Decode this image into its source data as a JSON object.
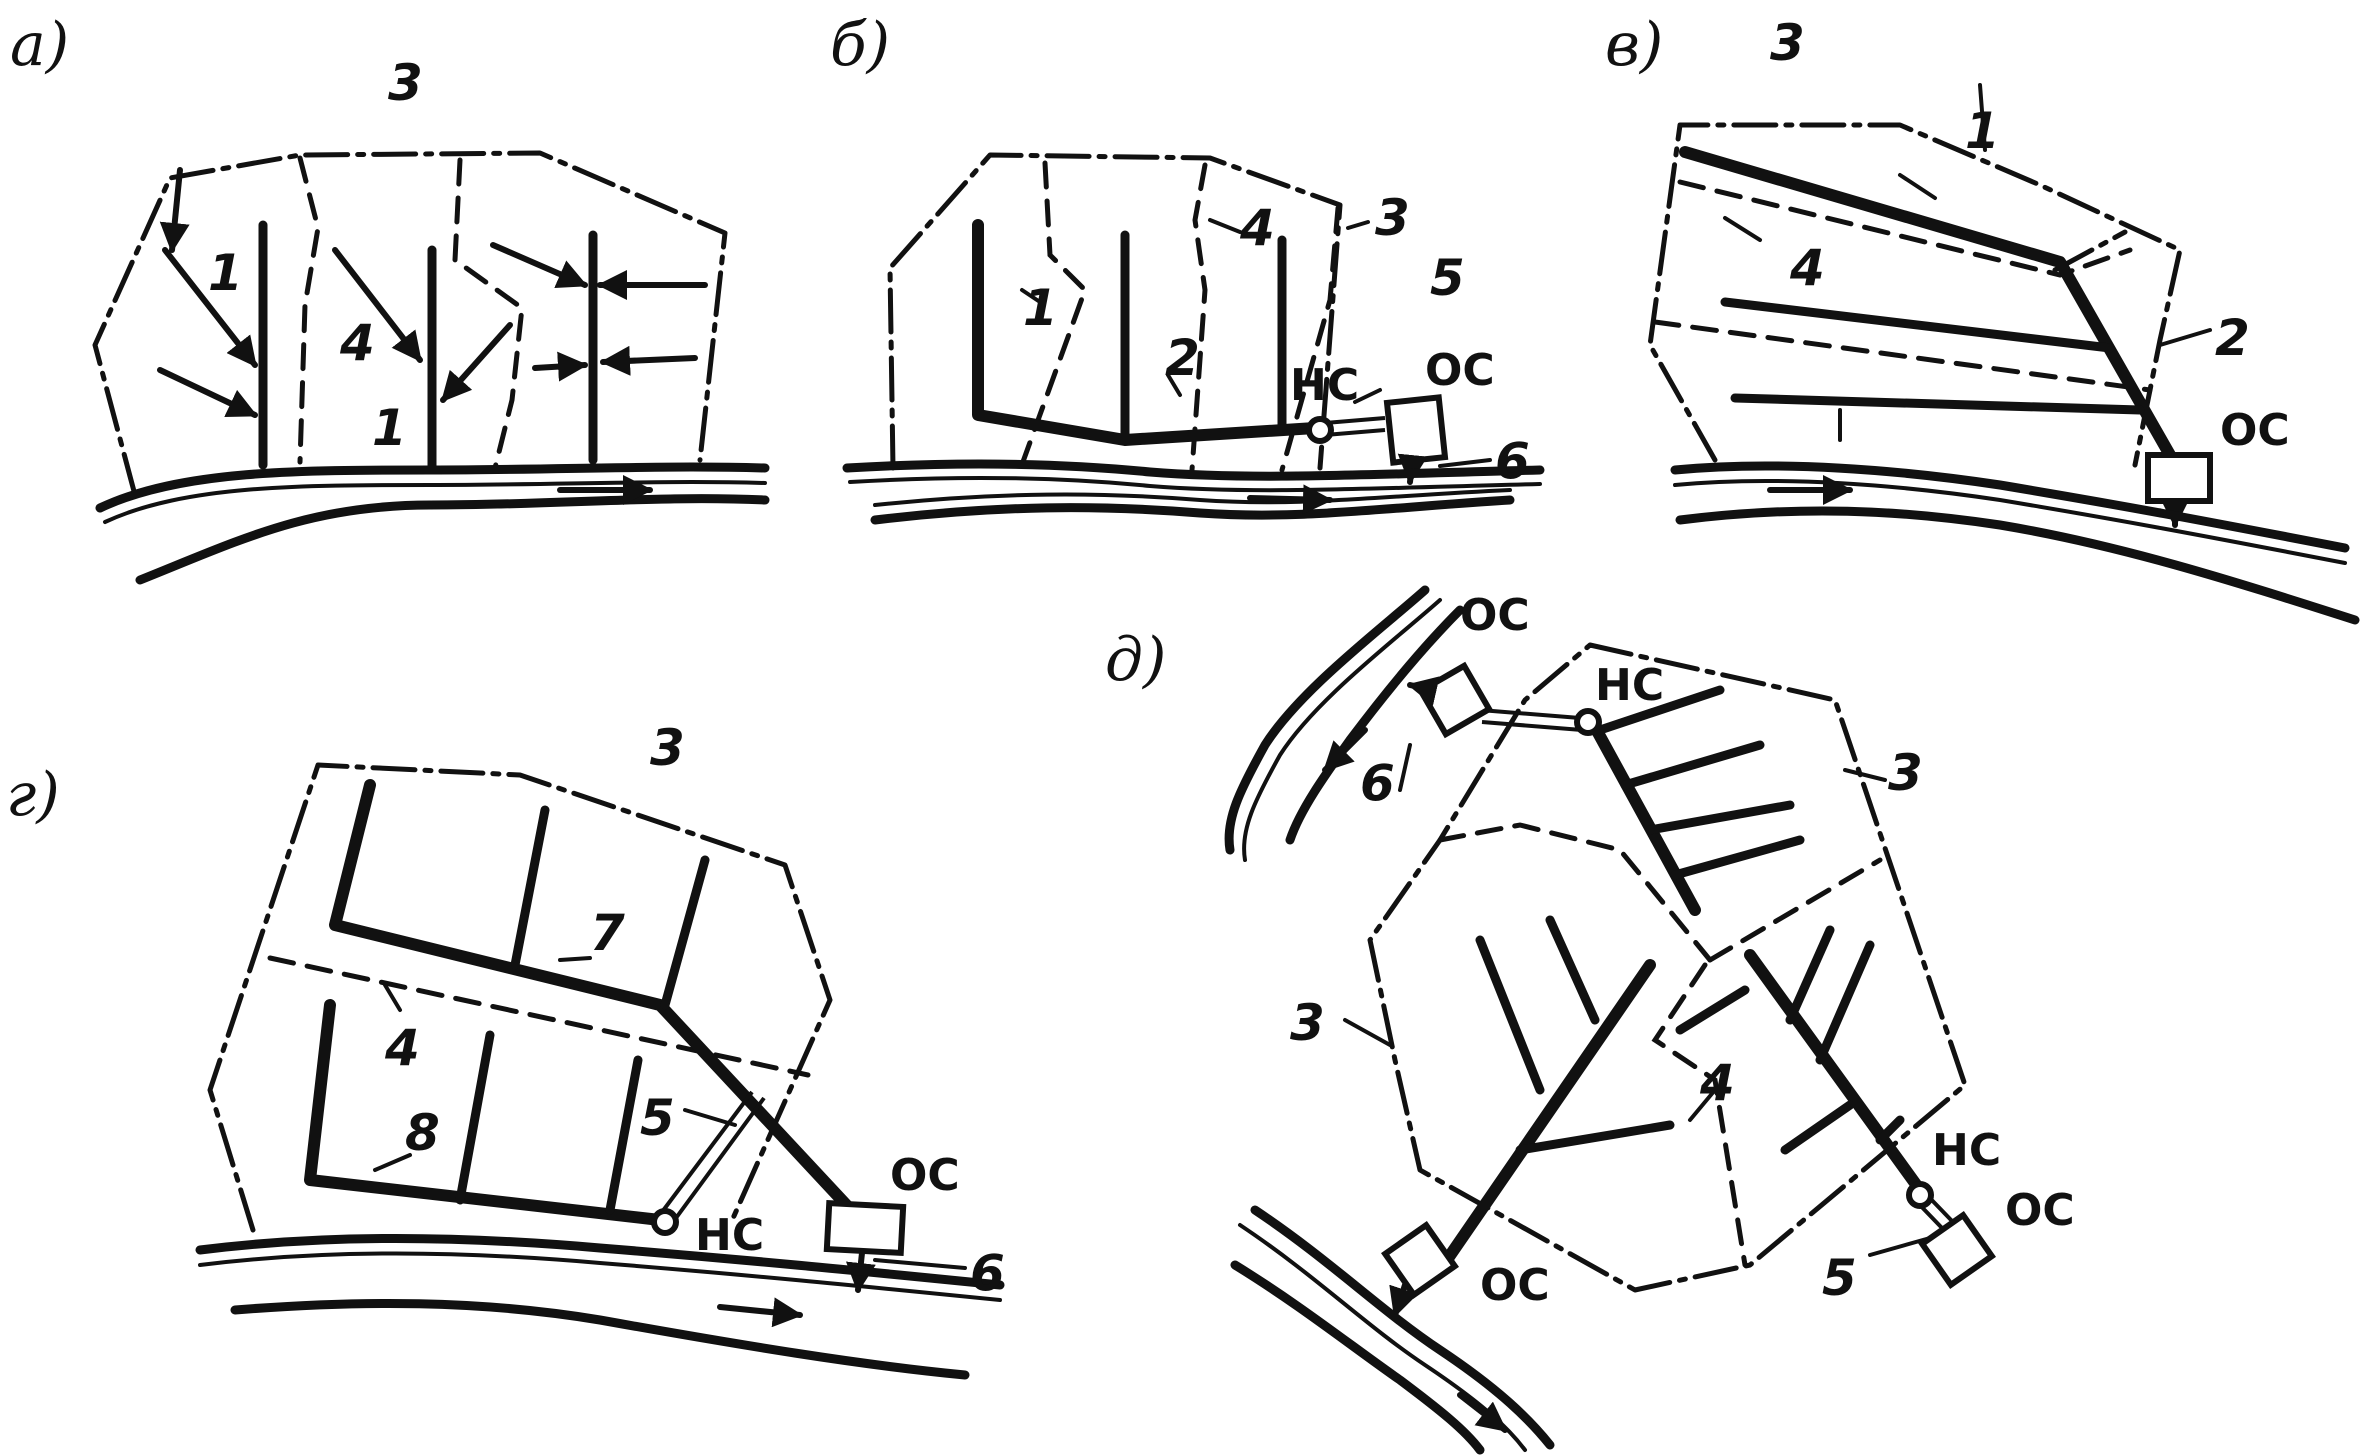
{
  "panels": {
    "a": {
      "label": "а)",
      "numbers": [
        "3",
        "1",
        "4",
        "1"
      ]
    },
    "b": {
      "label": "б)",
      "numbers": [
        "1",
        "4",
        "3",
        "5",
        "2",
        "6"
      ],
      "pump_station": "НС",
      "treatment_plant": "ОС"
    },
    "v": {
      "label": "в)",
      "numbers": [
        "3",
        "1",
        "4",
        "2"
      ],
      "treatment_plant": "ОС"
    },
    "g": {
      "label": "г)",
      "numbers": [
        "3",
        "7",
        "4",
        "5",
        "8",
        "6"
      ],
      "pump_station": "НС",
      "treatment_plant": "ОС"
    },
    "d": {
      "label": "д)",
      "numbers": [
        "6",
        "3",
        "3",
        "4",
        "5"
      ],
      "pump_station_top": "НС",
      "pump_station_bottom": "НС",
      "treatment_plant_top": "ОС",
      "treatment_plant_left": "ОС",
      "treatment_plant_right": "ОС"
    }
  }
}
